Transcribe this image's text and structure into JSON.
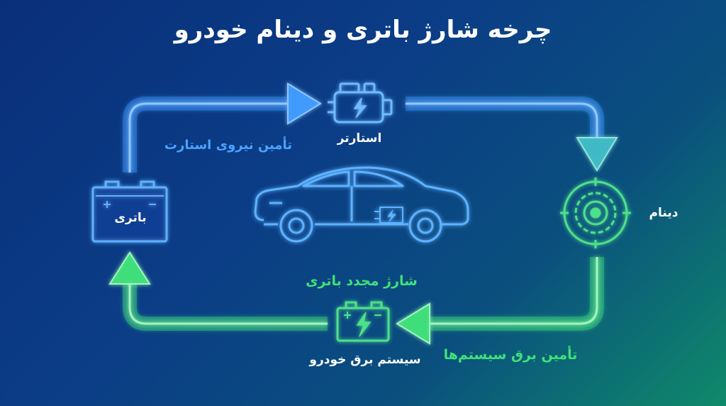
{
  "title": "چرخه شارژ باتری و دینام خودرو",
  "nodes": {
    "battery": "باتری",
    "starter": "استارتر",
    "alternator": "دینام",
    "electrical_system": "سیستم برق خودرو"
  },
  "edges": {
    "starting_power": "تأمین نیروی استارت",
    "battery_recharge": "شارژ مجدد باتری",
    "systems_power": "تأمین برق سیستم‌ها"
  },
  "colors": {
    "blue": "#3f9cff",
    "green": "#3fe27a",
    "text": "#ffffff"
  }
}
